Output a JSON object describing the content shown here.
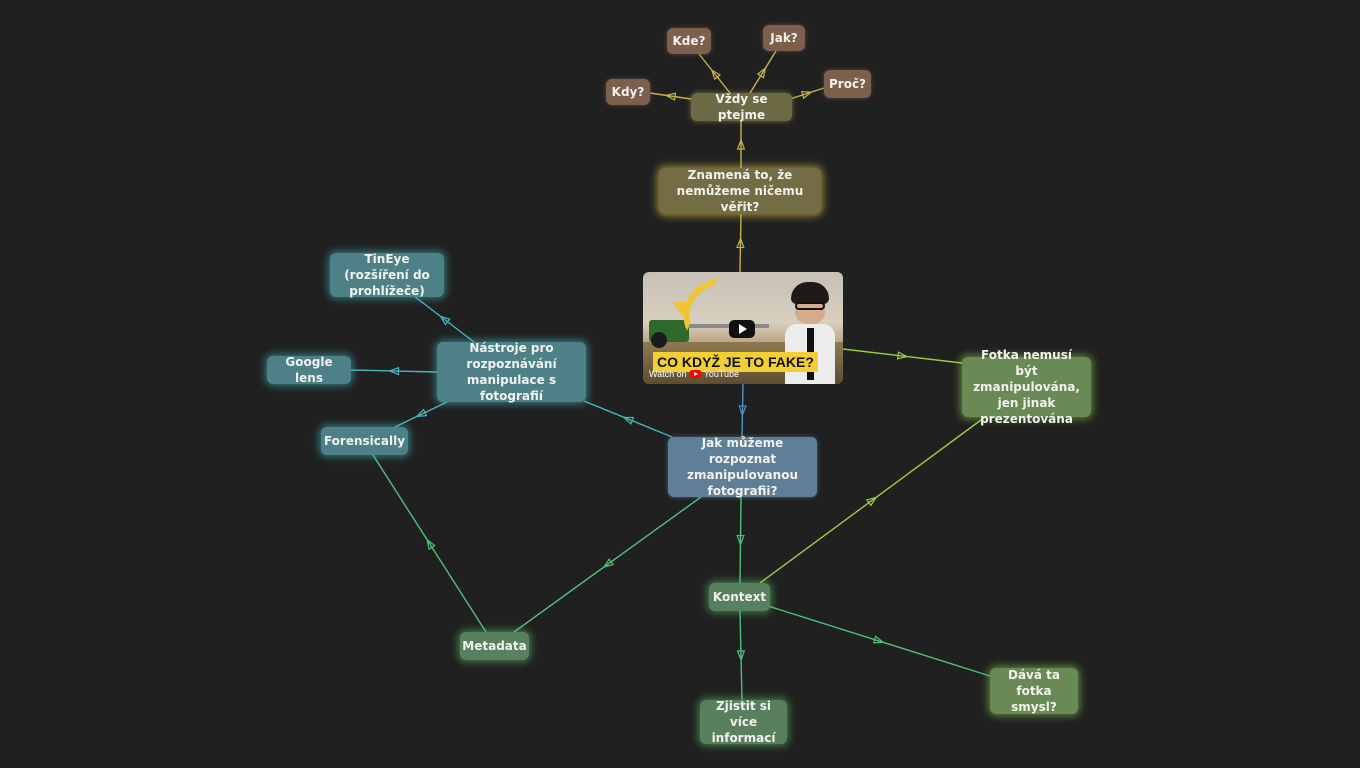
{
  "video": {
    "thumbnail_text": "CO KDYŽ JE TO FAKE?",
    "watch_label": "Watch on",
    "brand": "YouTube",
    "icon": "play-icon"
  },
  "nodes": {
    "kde": "Kde?",
    "jak": "Jak?",
    "kdy": "Kdy?",
    "proc": "Proč?",
    "vzdy": "Vždy se ptejme",
    "znamena": "Znamená to, že nemůžeme ničemu věřit?",
    "jak_muzeme": "Jak můžeme rozpoznat zmanipulovanou fotografii?",
    "nastroje": "Nástroje pro rozpoznávání manipulace s fotografií",
    "tineye": "TinEye (rozšíření do prohlížeče)",
    "google_lens": "Google lens",
    "forensically": "Forensically",
    "metadata": "Metadata",
    "kontext": "Kontext",
    "fotka_nemusi": "Fotka nemusí být zmanipulována, jen jinak prezentována",
    "zjistit": "Zjistit si více informací",
    "dava_ta": "Dává ta fotka smysl?"
  },
  "colors": {
    "background": "#202020",
    "edge_olive": "#c8b24a",
    "edge_blue": "#4f93c8",
    "edge_cyan": "#45b7bf",
    "edge_green": "#4ec07a",
    "edge_lime": "#9acd45"
  }
}
